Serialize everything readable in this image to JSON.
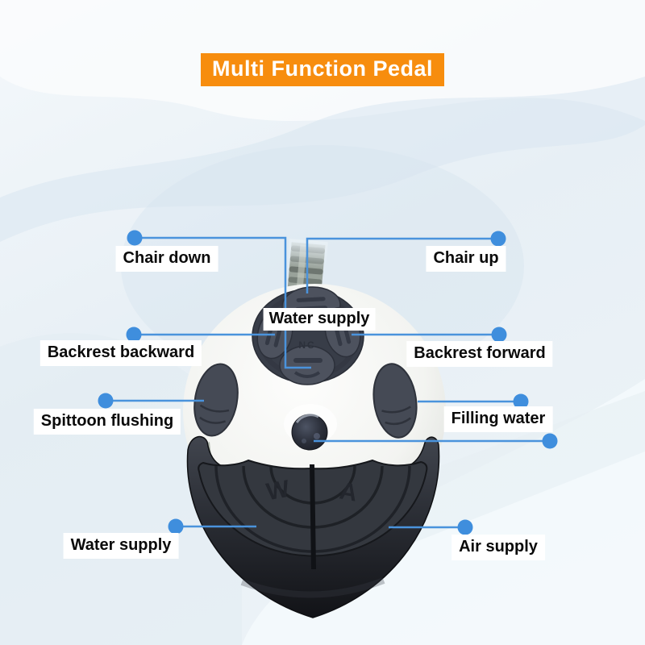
{
  "banner": {
    "title": "Multi Function Pedal"
  },
  "colors": {
    "banner_bg": "#f78d0e",
    "banner_text": "#ffffff",
    "callout_line": "#4a93dc",
    "callout_dot": "#3f8edd",
    "label_bg": "#ffffff",
    "label_text": "#0a0a0a"
  },
  "product": {
    "name": "multi function dental foot pedal",
    "markings": {
      "cluster_center": "NC",
      "left_pedal": "W",
      "right_pedal": "A"
    }
  },
  "callouts": [
    {
      "id": "chair-down",
      "label": "Chair down",
      "side": "left"
    },
    {
      "id": "chair-up",
      "label": "Chair up",
      "side": "right"
    },
    {
      "id": "water-supply-center",
      "label": "Water supply",
      "side": "center"
    },
    {
      "id": "backrest-backward",
      "label": "Backrest backward",
      "side": "left"
    },
    {
      "id": "backrest-forward",
      "label": "Backrest forward",
      "side": "right"
    },
    {
      "id": "spittoon-flushing",
      "label": "Spittoon flushing",
      "side": "left"
    },
    {
      "id": "filling-water",
      "label": "Filling water",
      "side": "right"
    },
    {
      "id": "water-supply-bottom",
      "label": "Water supply",
      "side": "left"
    },
    {
      "id": "air-supply",
      "label": "Air supply",
      "side": "right"
    }
  ]
}
